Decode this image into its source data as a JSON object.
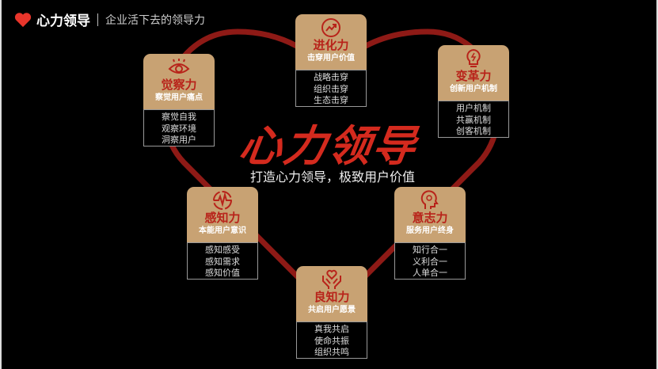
{
  "header": {
    "brand": "心力领导",
    "tagline": "企业活下去的领导力"
  },
  "main": {
    "title": "心力领导",
    "subtitle": "打造心力领导，极致用户价值"
  },
  "colors": {
    "accent": "#d42a1e",
    "card": "#c8a273",
    "heart": "#8e1a16"
  },
  "cards": [
    {
      "icon": "eye-icon",
      "title": "觉察力",
      "subtitle": "察觉用户痛点",
      "items": [
        "察觉自我",
        "观察环境",
        "洞察用户"
      ]
    },
    {
      "icon": "trend-up-icon",
      "title": "进化力",
      "subtitle": "击穿用户价值",
      "items": [
        "战略击穿",
        "组织击穿",
        "生态击穿"
      ]
    },
    {
      "icon": "lightbulb-icon",
      "title": "变革力",
      "subtitle": "创新用户机制",
      "items": [
        "用户机制",
        "共赢机制",
        "创客机制"
      ]
    },
    {
      "icon": "pulse-icon",
      "title": "感知力",
      "subtitle": "本能用户意识",
      "items": [
        "感知感受",
        "感知需求",
        "感知价值"
      ]
    },
    {
      "icon": "head-icon",
      "title": "意志力",
      "subtitle": "服务用户终身",
      "items": [
        "知行合一",
        "义利合一",
        "人单合一"
      ]
    },
    {
      "icon": "hands-heart-icon",
      "title": "良知力",
      "subtitle": "共启用户愿景",
      "items": [
        "真我共启",
        "使命共振",
        "组织共鸣"
      ]
    }
  ]
}
